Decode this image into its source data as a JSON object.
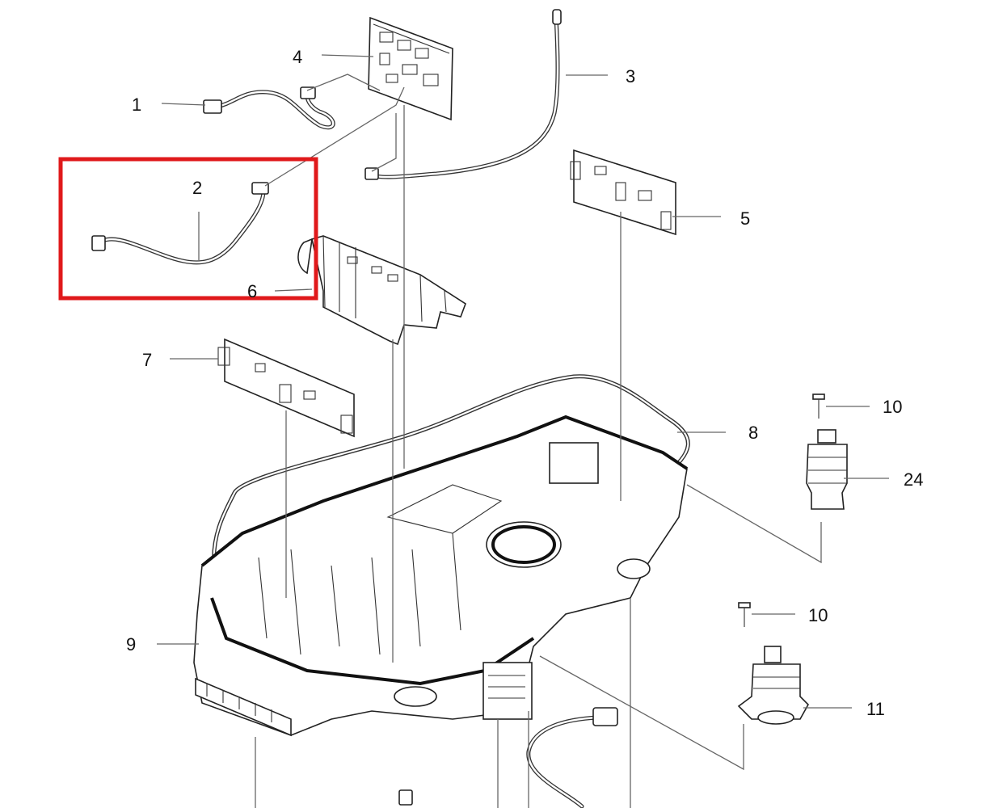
{
  "highlight_color": "#e0191b",
  "callouts": [
    {
      "id": "c1",
      "text": "1"
    },
    {
      "id": "c2",
      "text": "2"
    },
    {
      "id": "c3",
      "text": "3"
    },
    {
      "id": "c4",
      "text": "4"
    },
    {
      "id": "c5",
      "text": "5"
    },
    {
      "id": "c6",
      "text": "6"
    },
    {
      "id": "c7",
      "text": "7"
    },
    {
      "id": "c8",
      "text": "8"
    },
    {
      "id": "c9",
      "text": "9"
    },
    {
      "id": "c10a",
      "text": "10"
    },
    {
      "id": "c24",
      "text": "24"
    },
    {
      "id": "c10b",
      "text": "10"
    },
    {
      "id": "c11",
      "text": "11"
    }
  ]
}
